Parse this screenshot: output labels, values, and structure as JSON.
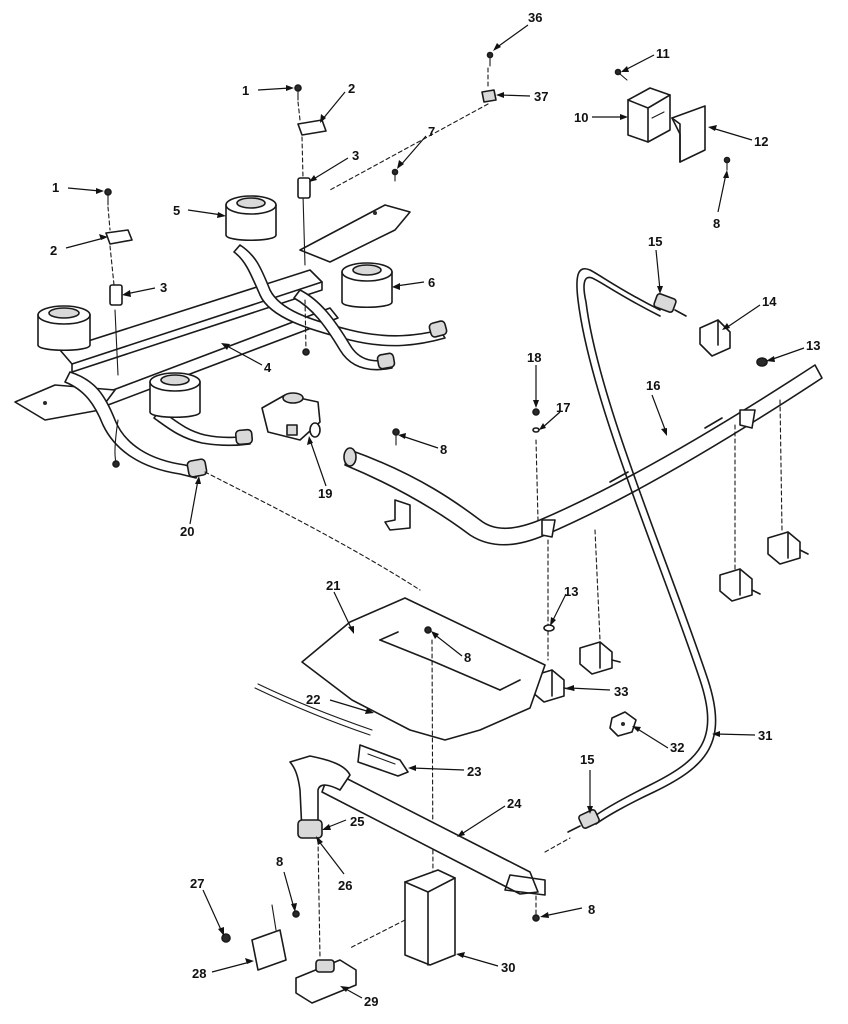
{
  "callouts": {
    "c1a": "1",
    "c1b": "1",
    "c2a": "2",
    "c2b": "2",
    "c3a": "3",
    "c3b": "3",
    "c4": "4",
    "c5": "5",
    "c6": "6",
    "c7": "7",
    "c8a": "8",
    "c8b": "8",
    "c8c": "8",
    "c8d": "8",
    "c8e": "8",
    "c10": "10",
    "c11": "11",
    "c12": "12",
    "c13a": "13",
    "c13b": "13",
    "c14": "14",
    "c15a": "15",
    "c15b": "15",
    "c16": "16",
    "c17": "17",
    "c18": "18",
    "c19": "19",
    "c20": "20",
    "c21": "21",
    "c22": "22",
    "c23": "23",
    "c24": "24",
    "c25": "25",
    "c26": "26",
    "c27": "27",
    "c28": "28",
    "c29": "29",
    "c30": "30",
    "c31": "31",
    "c32": "32",
    "c33": "33",
    "c36": "36",
    "c37": "37"
  }
}
